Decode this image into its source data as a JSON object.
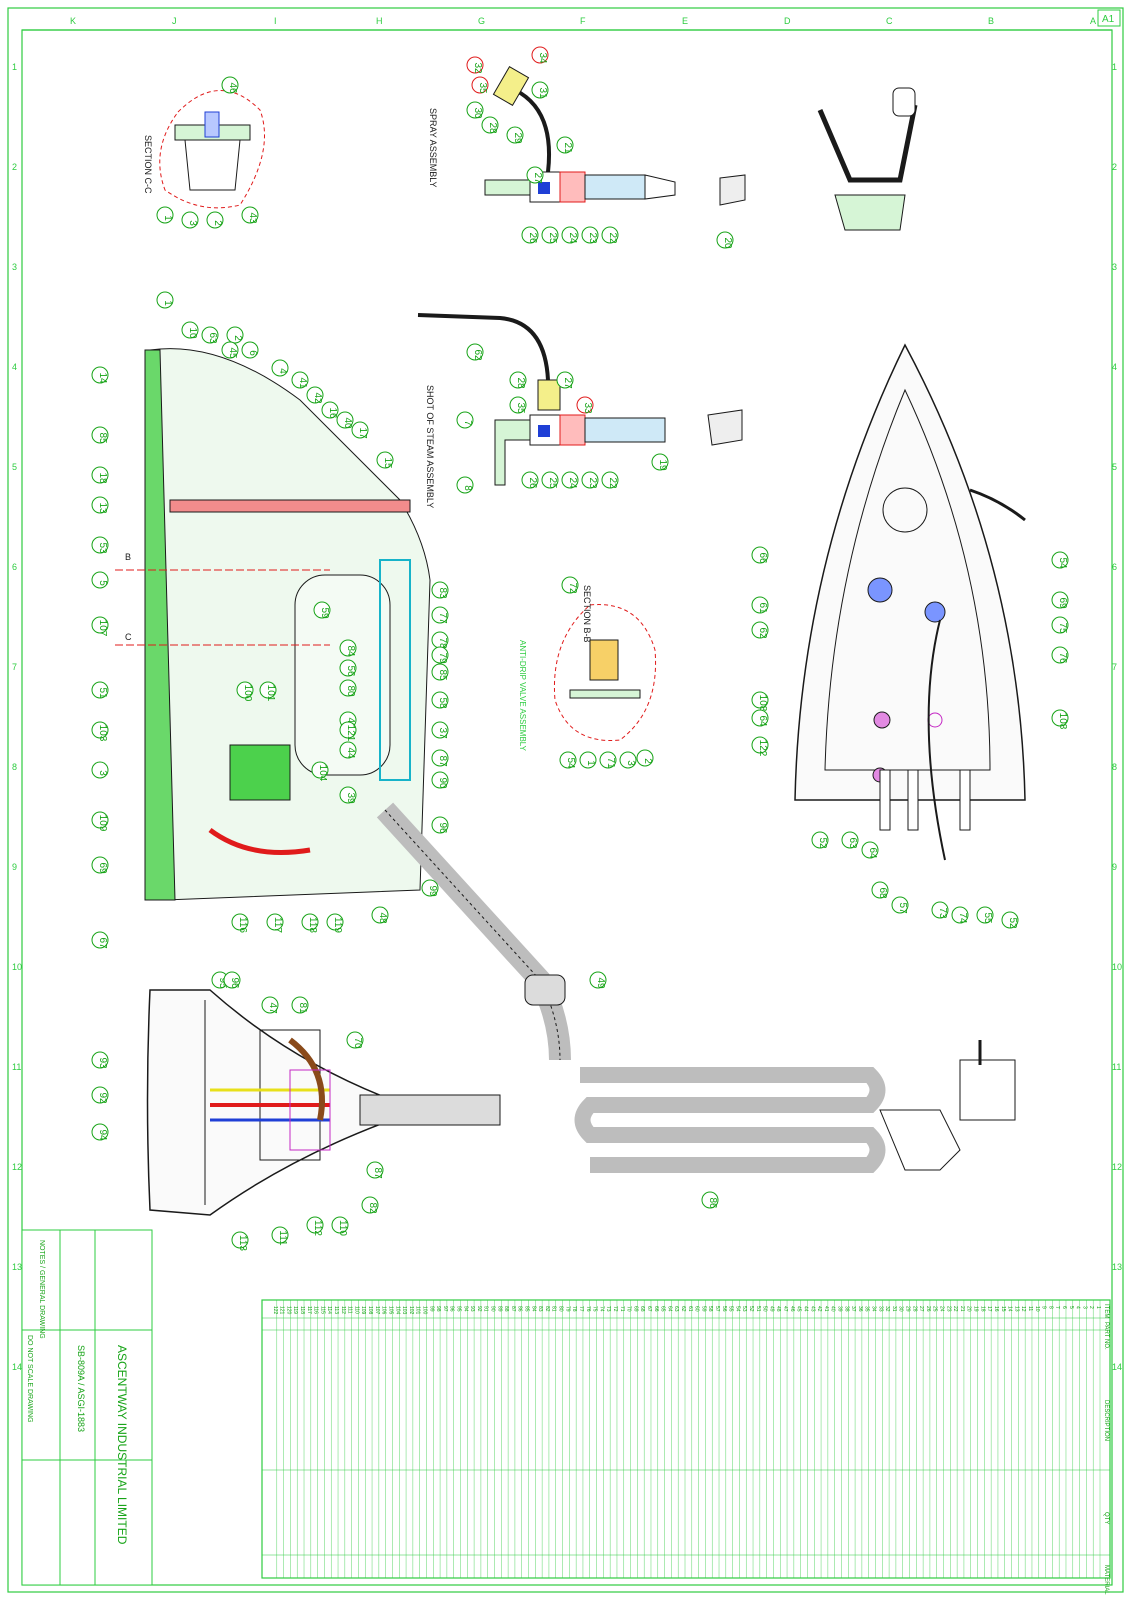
{
  "colors": {
    "frame": "#2ecc40",
    "callout": "#16a316",
    "line": "#1a1a1a",
    "red": "#e01b1b",
    "blue": "#1f3fd6",
    "cyan": "#17b3c9",
    "yellow": "#e8e01a",
    "brown": "#8a4a1a",
    "magenta": "#c428c4"
  },
  "frame": {
    "corner_tag": "A1",
    "top_letters": [
      "K",
      "J",
      "I",
      "H",
      "G",
      "F",
      "E",
      "D",
      "C",
      "B",
      "A"
    ],
    "side_numbers": [
      "1",
      "2",
      "3",
      "4",
      "5",
      "6",
      "7",
      "8",
      "9",
      "10",
      "11",
      "12",
      "13",
      "14"
    ]
  },
  "views": {
    "section_cc": "SECTION C-C",
    "spray": "SPRAY ASSEMBLY",
    "shot": "SHOT OF STEAM ASSEMBLY",
    "section_bb": "SECTION B-B",
    "anti_drip": "ANTI-DRIP VALVE ASSEMBLY",
    "cut_b": "B",
    "cut_c": "C"
  },
  "callouts": {
    "section_cc": [
      "46",
      "1",
      "3",
      "2",
      "43"
    ],
    "spray": [
      "34",
      "32",
      "35",
      "31",
      "30",
      "28",
      "29",
      "21",
      "27",
      "26",
      "25",
      "24",
      "23",
      "22",
      "20"
    ],
    "shot": [
      "62",
      "28",
      "35",
      "27",
      "33",
      "7",
      "8",
      "26",
      "25",
      "24",
      "23",
      "22",
      "19"
    ],
    "anti_drip": [
      "72",
      "54",
      "1",
      "71",
      "3",
      "2"
    ],
    "side_left": [
      "1",
      "10",
      "63",
      "2",
      "45",
      "6",
      "4",
      "41",
      "42",
      "16",
      "40",
      "17",
      "15",
      "14",
      "85",
      "18",
      "13",
      "53",
      "5",
      "107",
      "51",
      "103",
      "3",
      "109",
      "69",
      "67",
      "116",
      "117",
      "118",
      "119",
      "48",
      "99"
    ],
    "side_inner": [
      "59",
      "84",
      "56",
      "80",
      "43",
      "44",
      "104",
      "101",
      "100",
      "121",
      "39"
    ],
    "side_right": [
      "83",
      "77",
      "78",
      "79",
      "85",
      "58",
      "37",
      "87",
      "90",
      "96"
    ],
    "sole": [
      "66",
      "61",
      "62",
      "69",
      "75",
      "76",
      "108",
      "64",
      "122",
      "108",
      "52",
      "63",
      "64",
      "68",
      "57",
      "73",
      "74",
      "55",
      "52",
      "54"
    ],
    "rear": [
      "95",
      "96",
      "47",
      "81",
      "70",
      "93",
      "92",
      "94",
      "113",
      "111",
      "112",
      "110",
      "82",
      "87"
    ],
    "cord": [
      "49",
      "86"
    ]
  },
  "parts_table": {
    "header_cols": [
      "ITEM",
      "PART NO.",
      "DESCRIPTION",
      "QTY",
      "MATERIAL"
    ],
    "row_numbers": [
      "1",
      "2",
      "3",
      "4",
      "5",
      "6",
      "7",
      "8",
      "9",
      "10",
      "11",
      "12",
      "13",
      "14",
      "15",
      "16",
      "17",
      "18",
      "19",
      "20",
      "21",
      "22",
      "23",
      "24",
      "25",
      "26",
      "27",
      "28",
      "29",
      "30",
      "31",
      "32",
      "33",
      "34",
      "35",
      "36",
      "37",
      "38",
      "39",
      "40",
      "41",
      "42",
      "43",
      "44",
      "45",
      "46",
      "47",
      "48",
      "49",
      "50",
      "51",
      "52",
      "53",
      "54",
      "55",
      "56",
      "57",
      "58",
      "59",
      "60",
      "61",
      "62",
      "63",
      "64",
      "65",
      "66",
      "67",
      "68",
      "69",
      "70",
      "71",
      "72",
      "73",
      "74",
      "75",
      "76",
      "77",
      "78",
      "79",
      "80",
      "81",
      "82",
      "83",
      "84",
      "85",
      "86",
      "87",
      "88",
      "89",
      "90",
      "91",
      "92",
      "93",
      "94",
      "95",
      "96",
      "97",
      "98",
      "99",
      "100",
      "101",
      "102",
      "103",
      "104",
      "105",
      "106",
      "107",
      "108",
      "109",
      "110",
      "111",
      "112",
      "113",
      "114",
      "115",
      "116",
      "117",
      "118",
      "119",
      "120",
      "121",
      "122"
    ]
  },
  "title_block": {
    "company": "ASCENTWAY INDUSTRIAL LIMITED",
    "title": "SB-809A / ASGI-1883",
    "notes_header": "NOTES / GENERAL DRAWING",
    "do_not_scale": "DO NOT SCALE DRAWING"
  }
}
